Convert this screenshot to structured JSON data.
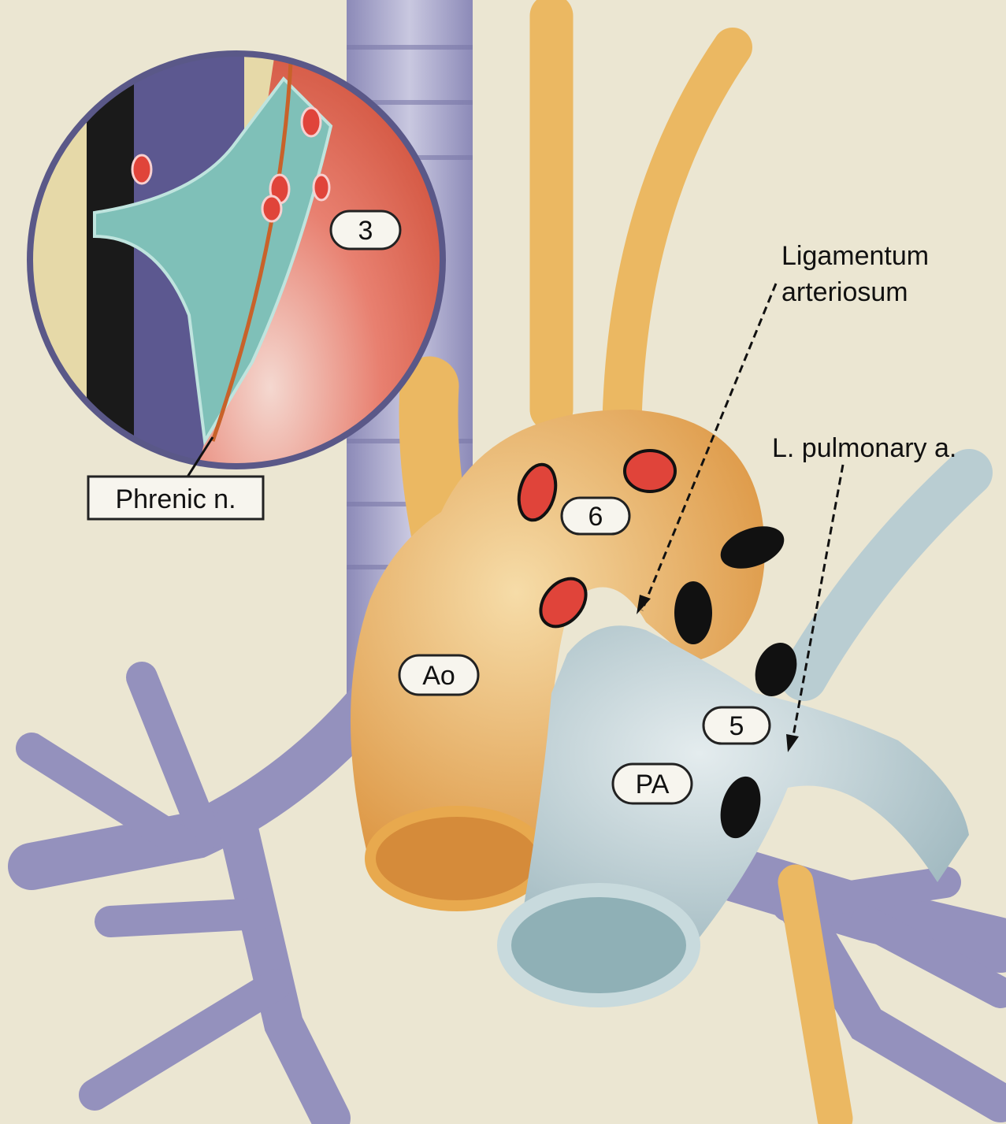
{
  "labels": {
    "inset_number": "3",
    "phrenic": "Phrenic n.",
    "ligamentum_line1": "Ligamentum",
    "ligamentum_line2": "arteriosum",
    "l_pulmonary": "L. pulmonary a.",
    "node_6": "6",
    "aorta": "Ao",
    "node_5": "5",
    "pulmonary_artery": "PA"
  },
  "colors": {
    "background": "#ebe6d2",
    "aorta": "#e8a94e",
    "pulmonary": "#b9cdd2",
    "airway": "#8f8cb8",
    "lymph_red": "#e0443a",
    "lymph_black": "#111111"
  }
}
